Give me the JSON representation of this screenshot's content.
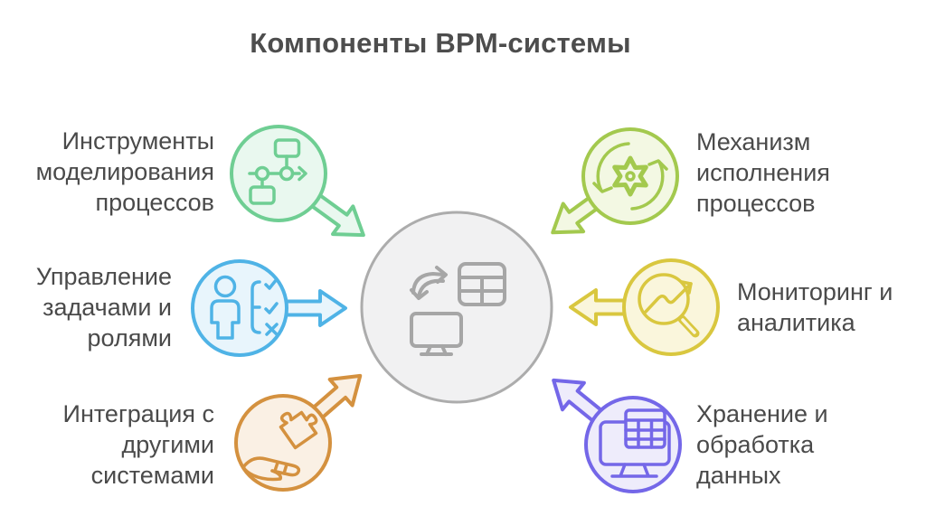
{
  "title": "Компоненты BPM-системы",
  "text_color": "#4A4A4A",
  "center": {
    "name": "bpm-core",
    "icons": [
      "swap-arrows-icon",
      "table-icon",
      "monitor-icon"
    ],
    "fill": "#F1F1F2",
    "stroke": "#ACACAC",
    "icon_color": "#A6A6A6"
  },
  "nodes": [
    {
      "id": "modeling-tools",
      "position": "top-left",
      "lines": [
        "Инструменты",
        "моделирования",
        "процессов"
      ],
      "icon": "flowchart-icon",
      "stroke": "#6FCE93",
      "fill": "#E9F8EF"
    },
    {
      "id": "task-role-management",
      "position": "middle-left",
      "lines": [
        "Управление",
        "задачами и",
        "ролями"
      ],
      "icon": "user-checklist-icon",
      "stroke": "#4FB3E6",
      "fill": "#E8F5FC"
    },
    {
      "id": "integration",
      "position": "bottom-left",
      "lines": [
        "Интеграция с",
        "другими",
        "системами"
      ],
      "icon": "hand-puzzle-icon",
      "stroke": "#D4913F",
      "fill": "#FAF0E4"
    },
    {
      "id": "execution-engine",
      "position": "top-right",
      "lines": [
        "Механизм",
        "исполнения",
        "процессов"
      ],
      "icon": "gear-cycle-icon",
      "stroke": "#A3C94E",
      "fill": "#F3F8E3"
    },
    {
      "id": "monitoring-analytics",
      "position": "middle-right",
      "lines": [
        "Мониторинг и",
        "аналитика"
      ],
      "icon": "magnifier-trend-icon",
      "stroke": "#D9C73F",
      "fill": "#FAF6DC"
    },
    {
      "id": "data-storage",
      "position": "bottom-right",
      "lines": [
        "Хранение и",
        "обработка",
        "данных"
      ],
      "icon": "monitor-table-icon",
      "stroke": "#7467E8",
      "fill": "#EEECFB"
    }
  ]
}
